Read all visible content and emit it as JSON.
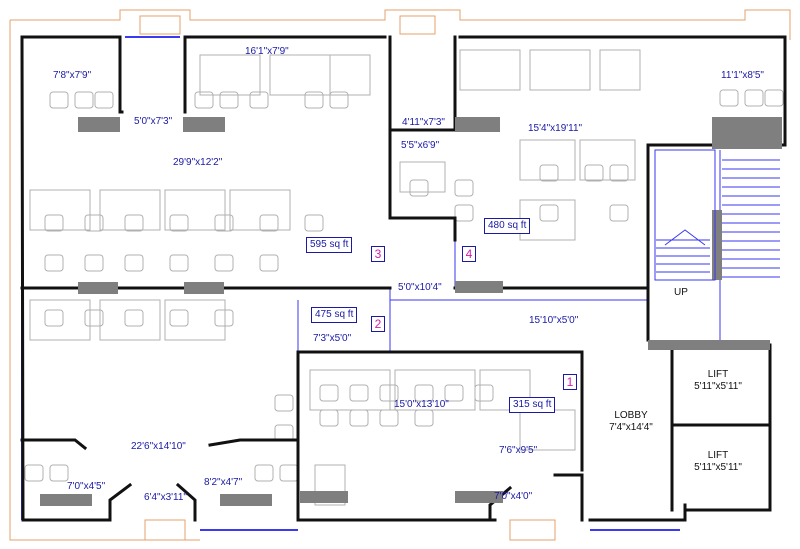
{
  "rooms": {
    "r1": "7'8\"x7'9\"",
    "r2": "5'0\"x7'3\"",
    "r3": "16'1\"x7'9\"",
    "r4": "4'11\"x7'3\"",
    "r5": "11'1\"x8'5\"",
    "r6": "5'5\"x6'9\"",
    "r7": "15'4\"x19'11\"",
    "r8": "29'9\"x12'2\"",
    "r9": "5'0\"x10'4\"",
    "r10": "7'3\"x5'0\"",
    "r11": "15'10\"x5'0\"",
    "r12": "15'0\"x13'10\"",
    "r13": "7'6\"x9'5\"",
    "r14": "22'6\"x14'10\"",
    "r15": "7'0\"x4'5\"",
    "r16": "6'4\"x3'11\"",
    "r17": "8'2\"x4'7\"",
    "r18": "7'0\"x4'0\"",
    "lobby": "LOBBY",
    "lobby_size": "7'4\"x14'4\"",
    "lift1": "LIFT",
    "lift1_size": "5'11\"x5'11\"",
    "lift2": "LIFT",
    "lift2_size": "5'11\"x5'11\"",
    "up": "UP"
  },
  "units": [
    {
      "number": "1",
      "area": "315 sq ft"
    },
    {
      "number": "2",
      "area": "475 sq ft"
    },
    {
      "number": "3",
      "area": "595 sq ft"
    },
    {
      "number": "4",
      "area": "480 sq ft"
    }
  ],
  "colors": {
    "wall": "#111111",
    "dimension_text": "#1a1aa6",
    "unit_number": "#d21ca8",
    "column": "#7f7f7f",
    "furniture": "#b0b0b0",
    "outline": "#e6a06b",
    "glass": "#3a3af0"
  }
}
